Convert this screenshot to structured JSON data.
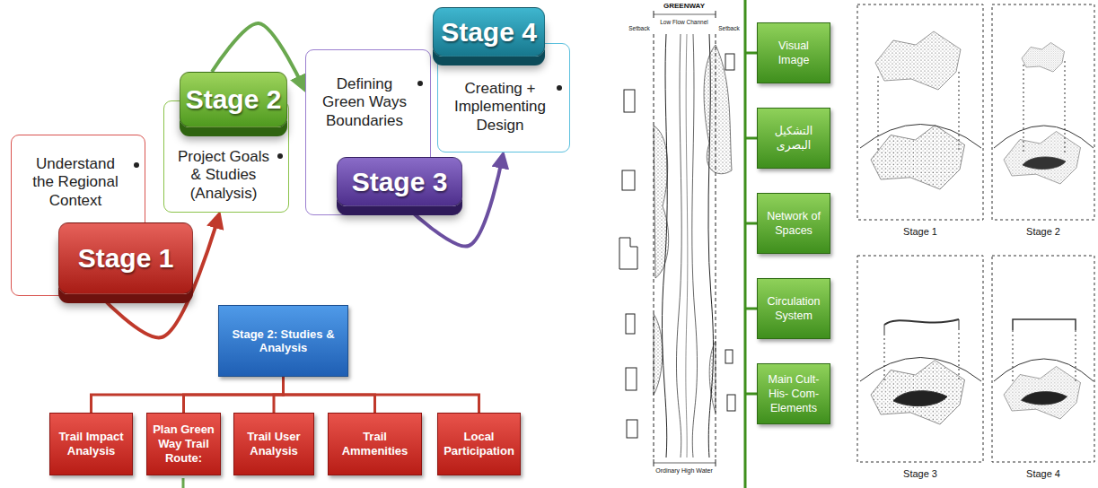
{
  "diagram": {
    "nodes": [
      {
        "text": [
          "Understand the Regional Context"
        ]
      },
      {
        "text": [
          "Stage 1"
        ]
      },
      {
        "text": [
          "Project Goals & Studies (Analysis)"
        ]
      },
      {
        "text": [
          "Stage 2"
        ]
      },
      {
        "text": [
          "Defining Green Ways Boundaries"
        ]
      },
      {
        "text": [
          "Stage 3"
        ]
      },
      {
        "text": [
          "Creating + Implementing Design"
        ]
      },
      {
        "text": [
          "Stage 4"
        ]
      },
      {
        "text": [
          "Stage 2: Studies & Analysis"
        ]
      },
      {
        "text": [
          "Trail Impact Analysis"
        ]
      },
      {
        "text": [
          "Plan Green Way Trail Route:"
        ]
      },
      {
        "text": [
          "Trail User Analysis"
        ]
      },
      {
        "text": [
          "Trail Ammenities"
        ]
      },
      {
        "text": [
          "Local Participation"
        ]
      },
      {
        "text": [
          "Visual Image"
        ]
      },
      {
        "text": [
          "التشكيل البصرى"
        ]
      },
      {
        "text": [
          "Network of Spaces"
        ]
      },
      {
        "text": [
          "Circulation System"
        ]
      },
      {
        "text": [
          "Main Cult- His- Com- Elements"
        ]
      }
    ],
    "edges": [
      {
        "from": 1,
        "to": 2,
        "arrow": "to"
      },
      {
        "from": 3,
        "to": 4,
        "arrow": "to"
      },
      {
        "from": 5,
        "to": 6,
        "arrow": "to"
      },
      {
        "from": 8,
        "to": 9,
        "arrow": "none"
      },
      {
        "from": 8,
        "to": 10,
        "arrow": "none"
      },
      {
        "from": 8,
        "to": 11,
        "arrow": "none"
      },
      {
        "from": 8,
        "to": 12,
        "arrow": "none"
      },
      {
        "from": 8,
        "to": 13,
        "arrow": "none"
      }
    ],
    "labels": [
      "GREENWAY",
      "Low Flow Channel",
      "Setback",
      "Setback",
      "Ordinary High Water",
      "Stage 1",
      "Stage 2",
      "Stage 3",
      "Stage 4"
    ]
  }
}
